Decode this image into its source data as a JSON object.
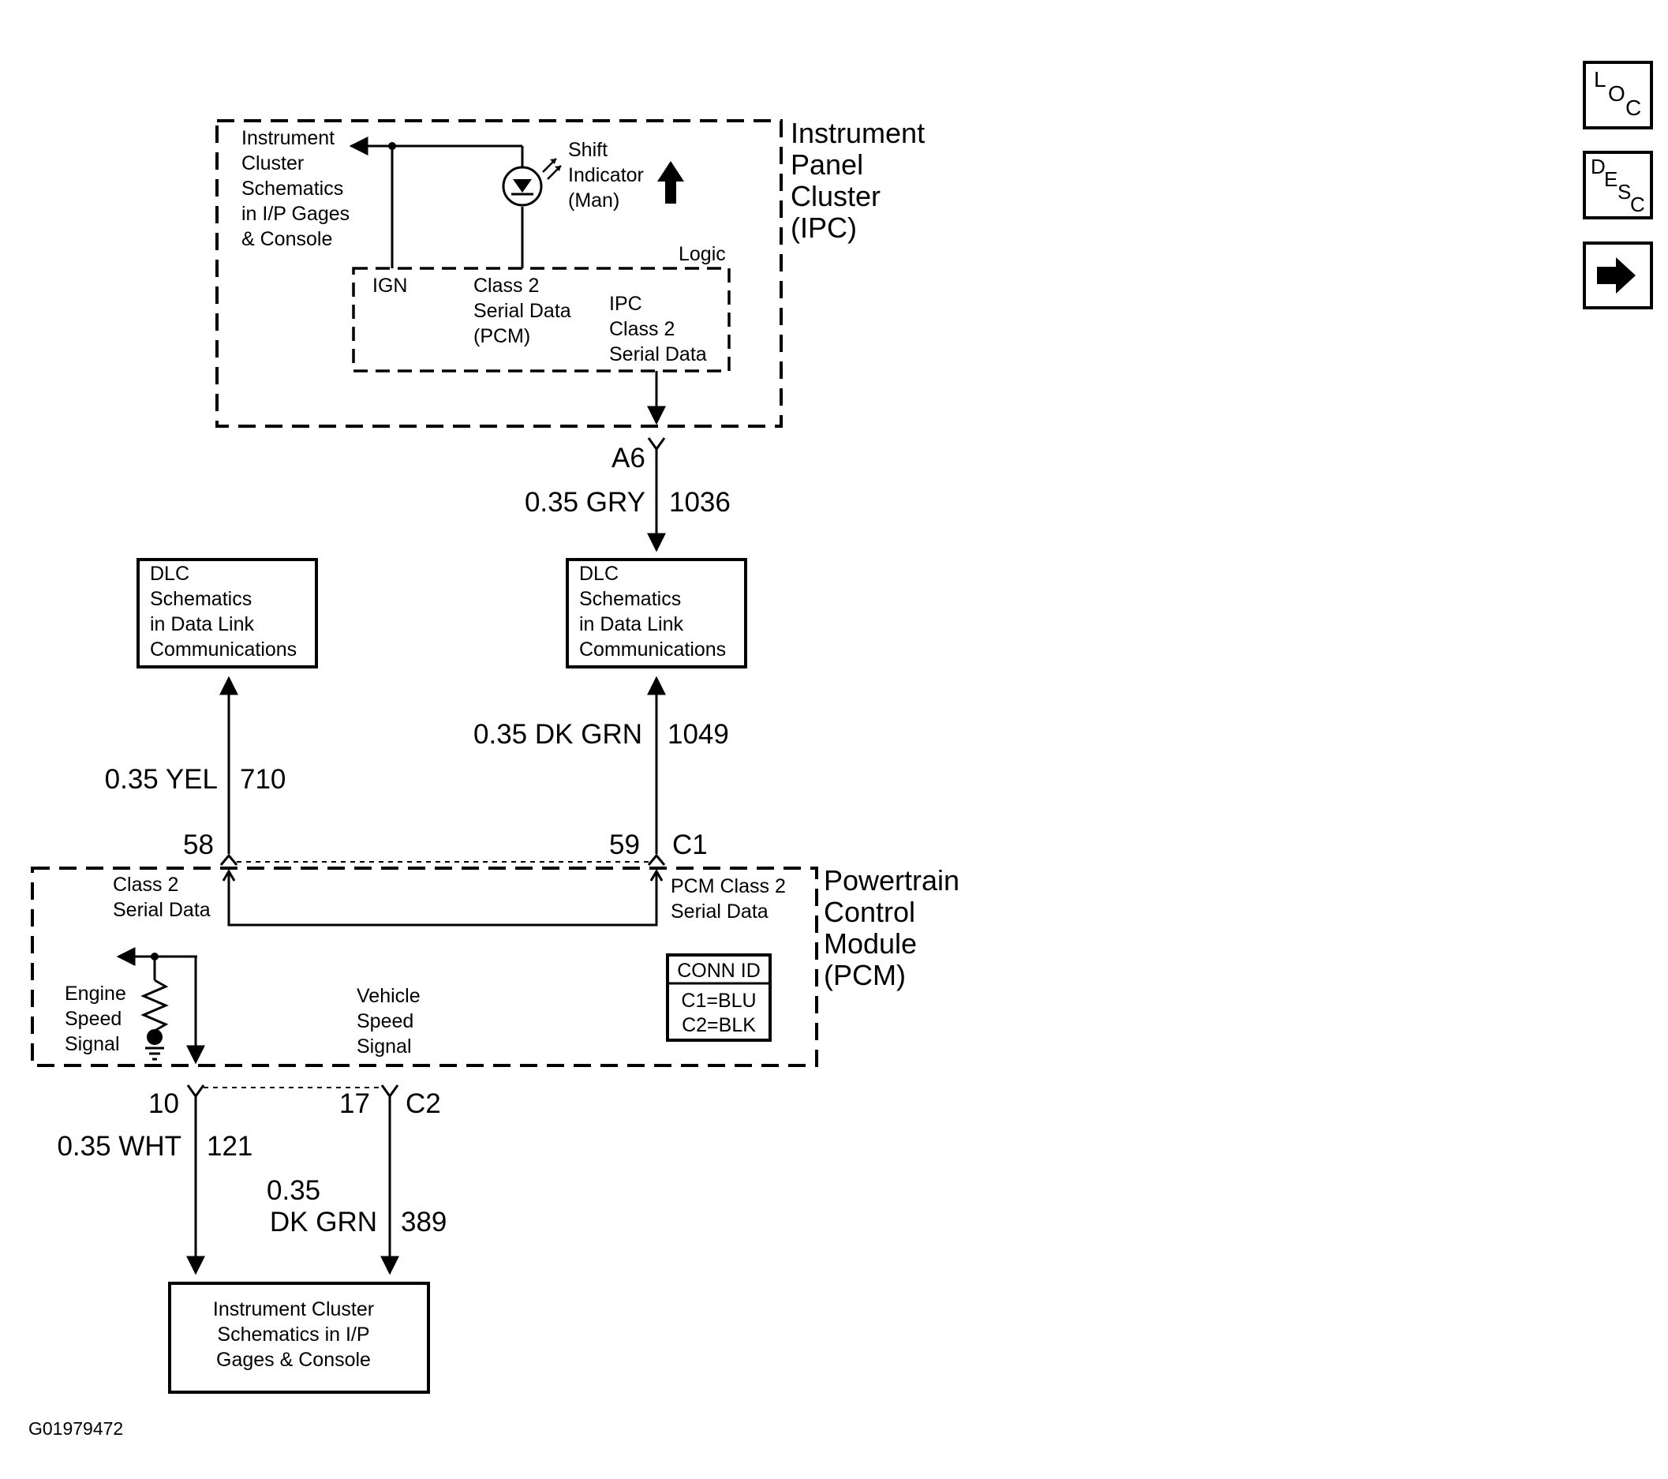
{
  "ipc": {
    "title_lines": [
      "Instrument",
      "Panel",
      "Cluster",
      "(IPC)"
    ],
    "cluster_ref_lines": [
      "Instrument",
      "Cluster",
      "Schematics",
      "in I/P Gages",
      "& Console"
    ],
    "shift_indicator_lines": [
      "Shift",
      "Indicator",
      "(Man)"
    ],
    "logic_label": "Logic",
    "ign_label": "IGN",
    "class2_pcm_lines": [
      "Class 2",
      "Serial Data",
      "(PCM)"
    ],
    "ipc_class2_lines": [
      "IPC",
      "Class 2",
      "Serial Data"
    ]
  },
  "wires": {
    "a6": {
      "pin": "A6",
      "gauge_color": "0.35 GRY",
      "circuit": "1036"
    },
    "dlc_right": {
      "gauge_color": "0.35 DK GRN",
      "circuit": "1049"
    },
    "dlc_left": {
      "gauge_color": "0.35 YEL",
      "circuit": "710"
    },
    "c1": {
      "pin_left": "58",
      "pin_right": "59",
      "connector": "C1"
    },
    "c2": {
      "pin_left": "10",
      "pin_right": "17",
      "connector": "C2"
    },
    "wht": {
      "gauge_color": "0.35 WHT",
      "circuit": "121"
    },
    "dkgrn_389": {
      "gauge": "0.35",
      "color": "DK GRN",
      "circuit": "389"
    }
  },
  "dlc_box_lines": [
    "DLC",
    "Schematics",
    "in Data Link",
    "Communications"
  ],
  "pcm": {
    "title_lines": [
      "Powertrain",
      "Control",
      "Module",
      "(PCM)"
    ],
    "class2_lines": [
      "Class 2",
      "Serial Data"
    ],
    "pcm_class2_lines": [
      "PCM Class 2",
      "Serial Data"
    ],
    "engine_speed_lines": [
      "Engine",
      "Speed",
      "Signal"
    ],
    "vehicle_speed_lines": [
      "Vehicle",
      "Speed",
      "Signal"
    ],
    "conn_id_title": "CONN ID",
    "conn_id_lines": [
      "C1=BLU",
      "C2=BLK"
    ]
  },
  "bottom_box_lines": [
    "Instrument Cluster",
    "Schematics in I/P",
    "Gages & Console"
  ],
  "figure_id": "G01979472",
  "nav": {
    "loc": [
      "L",
      "O",
      "C"
    ],
    "desc": [
      "D",
      "E",
      "S",
      "C"
    ],
    "next_icon": "arrow-right-icon"
  }
}
